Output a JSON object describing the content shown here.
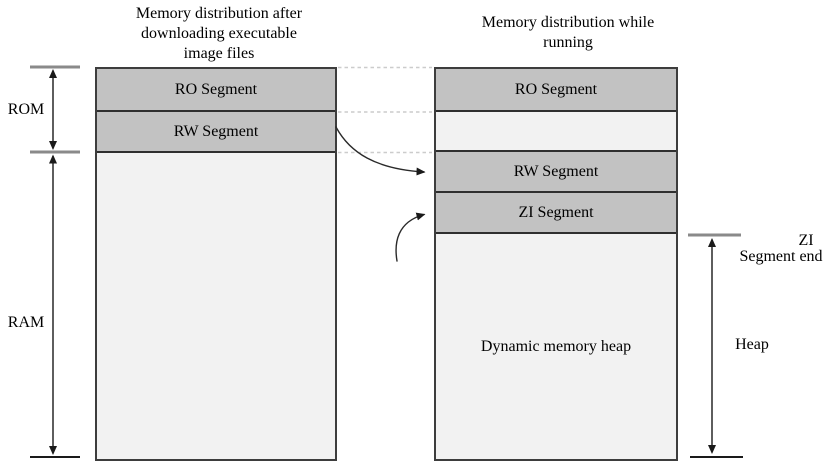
{
  "left_column": {
    "title_lines": [
      "Memory distribution after",
      "downloading executable",
      "image files"
    ],
    "segments": [
      {
        "label": "RO Segment",
        "shade": "dark"
      },
      {
        "label": "RW Segment",
        "shade": "dark"
      },
      {
        "label": "",
        "shade": "light"
      }
    ]
  },
  "right_column": {
    "title_lines": [
      "Memory distribution while",
      "running"
    ],
    "segments": [
      {
        "label": "RO Segment",
        "shade": "dark"
      },
      {
        "label": "",
        "shade": "light"
      },
      {
        "label": "RW Segment",
        "shade": "dark"
      },
      {
        "label": "ZI Segment",
        "shade": "dark"
      },
      {
        "label": "Dynamic memory heap",
        "shade": "light"
      }
    ]
  },
  "side_labels": {
    "rom": "ROM",
    "ram": "RAM",
    "zi_end_line1": "ZI",
    "zi_end_line2": "Segment end",
    "heap": "Heap"
  },
  "colors": {
    "segment_dark": "#c2c2c2",
    "segment_light": "#f2f2f2",
    "segment_border": "#3d3d3d",
    "tick_gray": "#8a8a8a",
    "dash_gray": "#cccccc",
    "arrow_black": "#1a1a1a"
  }
}
